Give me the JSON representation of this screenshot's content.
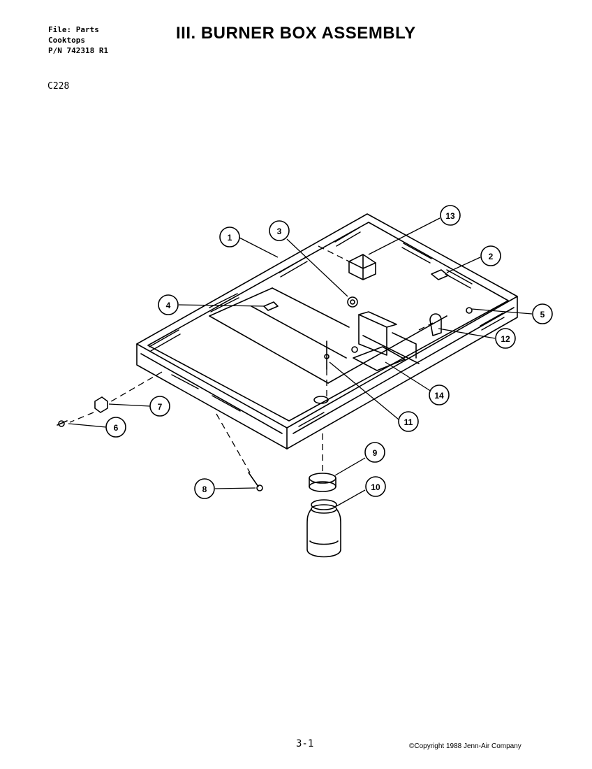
{
  "header": {
    "file_line": "File: Parts",
    "category_line": "Cooktops",
    "part_number_line": "P/N 742318 R1"
  },
  "title": "III. BURNER BOX ASSEMBLY",
  "model_code": "C228",
  "callouts": [
    "1",
    "2",
    "3",
    "4",
    "5",
    "6",
    "7",
    "8",
    "9",
    "10",
    "11",
    "12",
    "13",
    "14"
  ],
  "footer": {
    "page_number": "3-1",
    "copyright": "©Copyright 1988 Jenn-Air Company"
  }
}
